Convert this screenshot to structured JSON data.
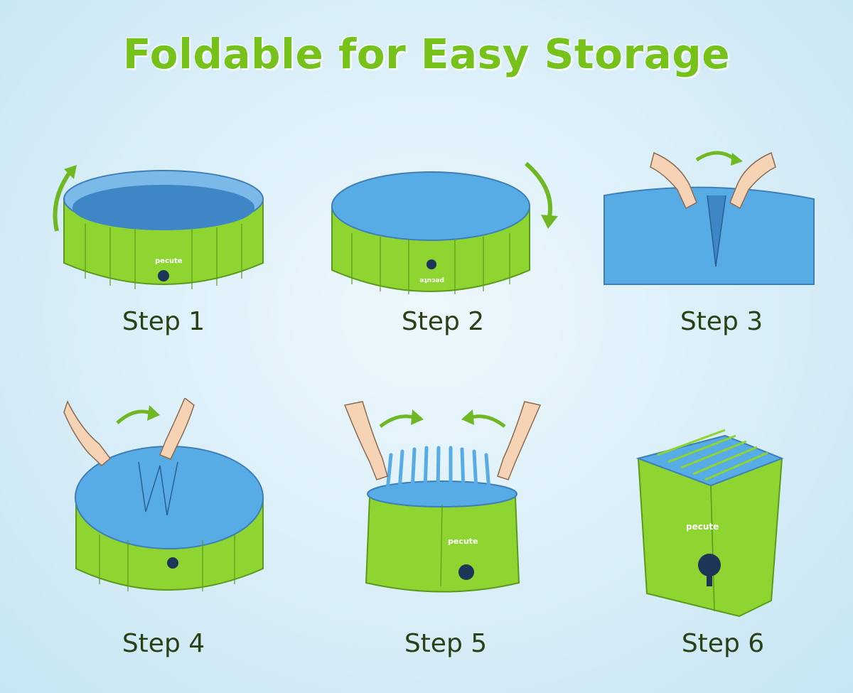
{
  "title": "Foldable for Easy Storage",
  "brand": "pecute",
  "colors": {
    "title_green": "#76c21b",
    "pool_green": "#8ed531",
    "pool_blue": "#57ace6",
    "arrow_green": "#6fb823",
    "text": "#2a4015"
  },
  "steps": [
    {
      "label": "Step 1",
      "icon": "open-pool-icon"
    },
    {
      "label": "Step 2",
      "icon": "covered-pool-icon"
    },
    {
      "label": "Step 3",
      "icon": "pinch-fold-icon"
    },
    {
      "label": "Step 4",
      "icon": "fold-cover-icon"
    },
    {
      "label": "Step 5",
      "icon": "gather-walls-icon"
    },
    {
      "label": "Step 6",
      "icon": "folded-pool-icon"
    }
  ]
}
